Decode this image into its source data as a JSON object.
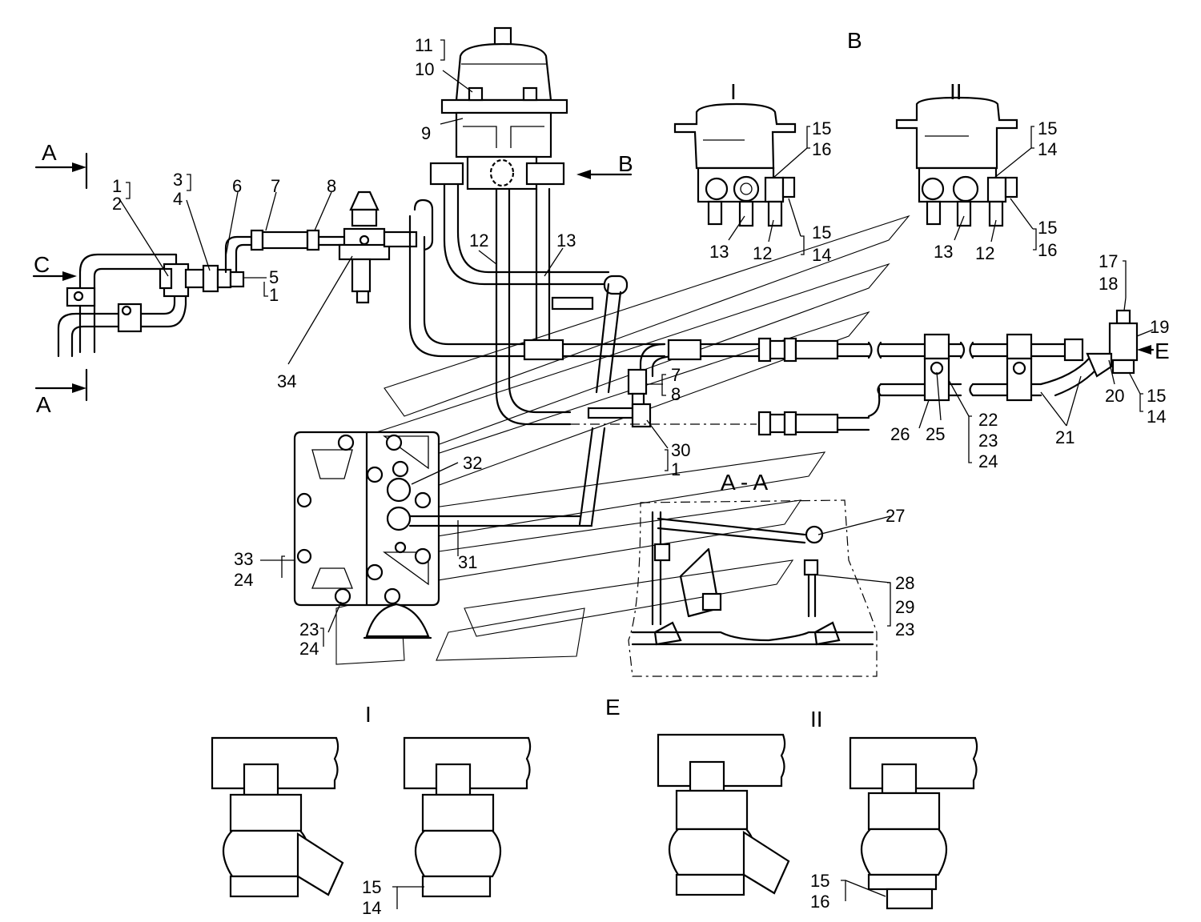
{
  "view_labels": {
    "B": "B",
    "E": "E",
    "C": "C",
    "A_top": "A",
    "A_bottom": "A",
    "section_AA": "A - A",
    "roman_I_top": "I",
    "roman_II_top": "II",
    "roman_I_bottom": "I",
    "roman_II_bottom": "II"
  },
  "callouts": {
    "p1_2": [
      "1",
      "2"
    ],
    "p3_4": [
      "3",
      "4"
    ],
    "p6": "6",
    "p7": "7",
    "p8": "8",
    "p5_1": [
      "5",
      "1"
    ],
    "p34": "34",
    "p11_10": [
      "11",
      "10"
    ],
    "p9": "9",
    "p12": "12",
    "p13": "13",
    "viewI": {
      "top": [
        "15",
        "16"
      ],
      "bottom": [
        "13",
        "12",
        "15",
        "14"
      ]
    },
    "viewII": {
      "top": [
        "15",
        "14"
      ],
      "bottom": [
        "13",
        "12",
        "15",
        "16"
      ]
    },
    "p17_18": [
      "17",
      "18"
    ],
    "p19": "19",
    "p20": "20",
    "p15_14_right": [
      "15",
      "14"
    ],
    "p21": "21",
    "p22_24": [
      "22",
      "23",
      "24"
    ],
    "p26": "26",
    "p25": "25",
    "p7_8_mid": [
      "7",
      "8"
    ],
    "p30_1": [
      "30",
      "1"
    ],
    "p32": "32",
    "p31": "31",
    "p33_24": [
      "33",
      "24"
    ],
    "p23_24": [
      "23",
      "24"
    ],
    "p27": "27",
    "p28_29_23": [
      "28",
      "29",
      "23"
    ],
    "bottom_I": [
      "15",
      "14"
    ],
    "bottom_II": [
      "15",
      "16"
    ]
  }
}
